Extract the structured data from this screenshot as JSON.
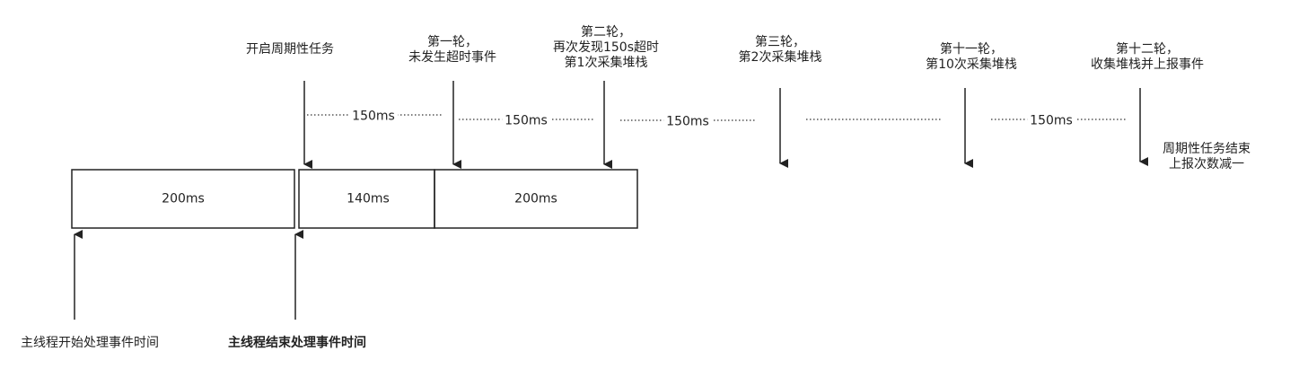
{
  "events": [
    {
      "lines": [
        "开启周期性任务"
      ]
    },
    {
      "lines": [
        "第一轮，",
        "未发生超时事件"
      ]
    },
    {
      "lines": [
        "第二轮，",
        "再次发现150s超时",
        "第1次采集堆栈"
      ]
    },
    {
      "lines": [
        "第三轮，",
        "第2次采集堆栈"
      ]
    },
    {
      "lines": [
        "第十一轮，",
        "第10次采集堆栈"
      ]
    },
    {
      "lines": [
        "第十二轮，",
        "收集堆栈并上报事件"
      ]
    }
  ],
  "end_note": [
    "周期性任务结束",
    "上报次数减一"
  ],
  "boxes": [
    {
      "label": "200ms"
    },
    {
      "label": "140ms"
    },
    {
      "label": "200ms"
    }
  ],
  "intervals": [
    "150ms",
    "150ms",
    "150ms",
    "150ms"
  ],
  "main_thread": {
    "start_label": "主线程开始处理事件时间",
    "end_label": "主线程结束处理事件时间"
  },
  "colors": {
    "stroke": "#222222",
    "dotted": "#333333",
    "background": "#ffffff"
  }
}
